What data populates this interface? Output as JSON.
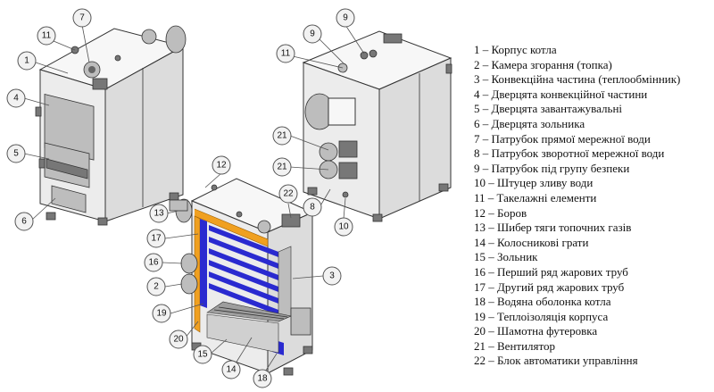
{
  "callouts": {
    "left": [
      "1",
      "4",
      "5",
      "6",
      "7",
      "11"
    ],
    "right": [
      "9",
      "9",
      "11",
      "21",
      "21",
      "8",
      "10",
      "22"
    ],
    "center": [
      "12",
      "13",
      "17",
      "16",
      "2",
      "19",
      "20",
      "15",
      "14",
      "18",
      "3"
    ]
  },
  "legend": [
    "1 – Корпус котла",
    "2 – Камера згорання (топка)",
    "3 – Конвекційна частина (теплообмінник)",
    "4 – Дверцята конвекційної частини",
    "5 – Дверцята завантажувальні",
    "6 – Дверцята зольника",
    "7 – Патрубок прямої мережної води",
    "8 – Патрубок зворотної мережної води",
    "9 – Патрубок під групу безпеки",
    "10 – Штуцер зливу води",
    "11 – Такелажні елементи",
    "12 – Боров",
    "13 – Шибер тяги топочних газів",
    "14 – Колосникові грати",
    "15 – Зольник",
    "16 – Перший ряд жарових труб",
    "17 – Другий ряд жарових труб",
    "18 – Водяна оболонка котла",
    "19 – Теплоізоляція корпуса",
    "20 – Шамотна футеровка",
    "21 – Вентилятор",
    "22 – Блок автоматики управління"
  ],
  "colors": {
    "tubes_blue": "#2a2ad0",
    "insulation_orange": "#f0a020",
    "casing": "#ececec"
  }
}
